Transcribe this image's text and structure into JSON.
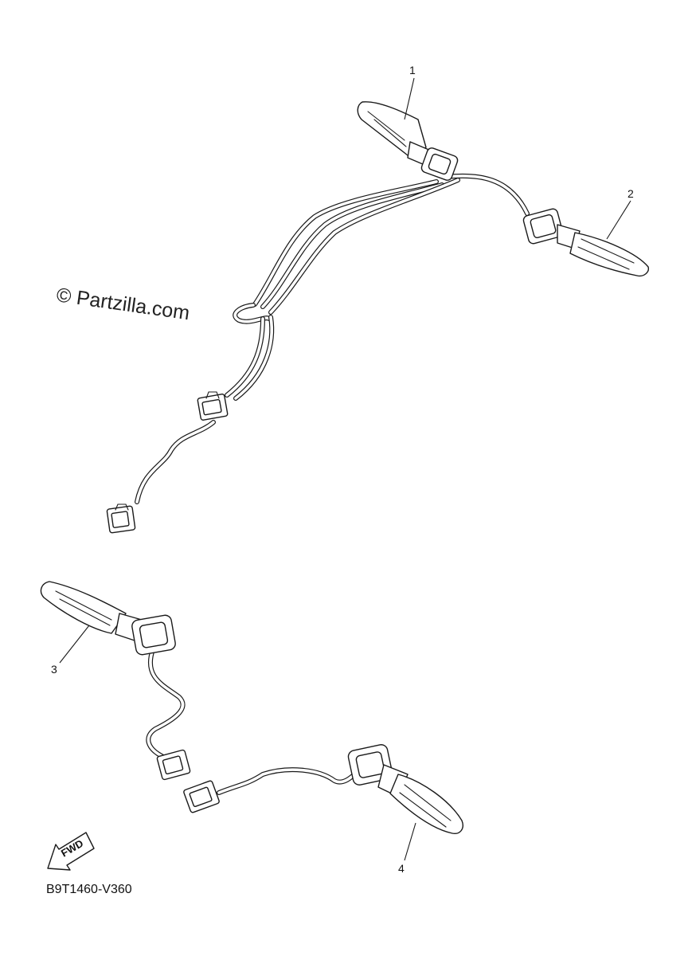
{
  "watermark": "© Partzilla.com",
  "diagram_code": "B9T1460-V360",
  "fwd_label": "FWD",
  "callouts": [
    {
      "label": "1"
    },
    {
      "label": "2"
    },
    {
      "label": "3"
    },
    {
      "label": "4"
    }
  ],
  "colors": {
    "line": "#1a1a1a",
    "background": "#ffffff"
  },
  "icons": [
    "forward-arrow-icon"
  ]
}
